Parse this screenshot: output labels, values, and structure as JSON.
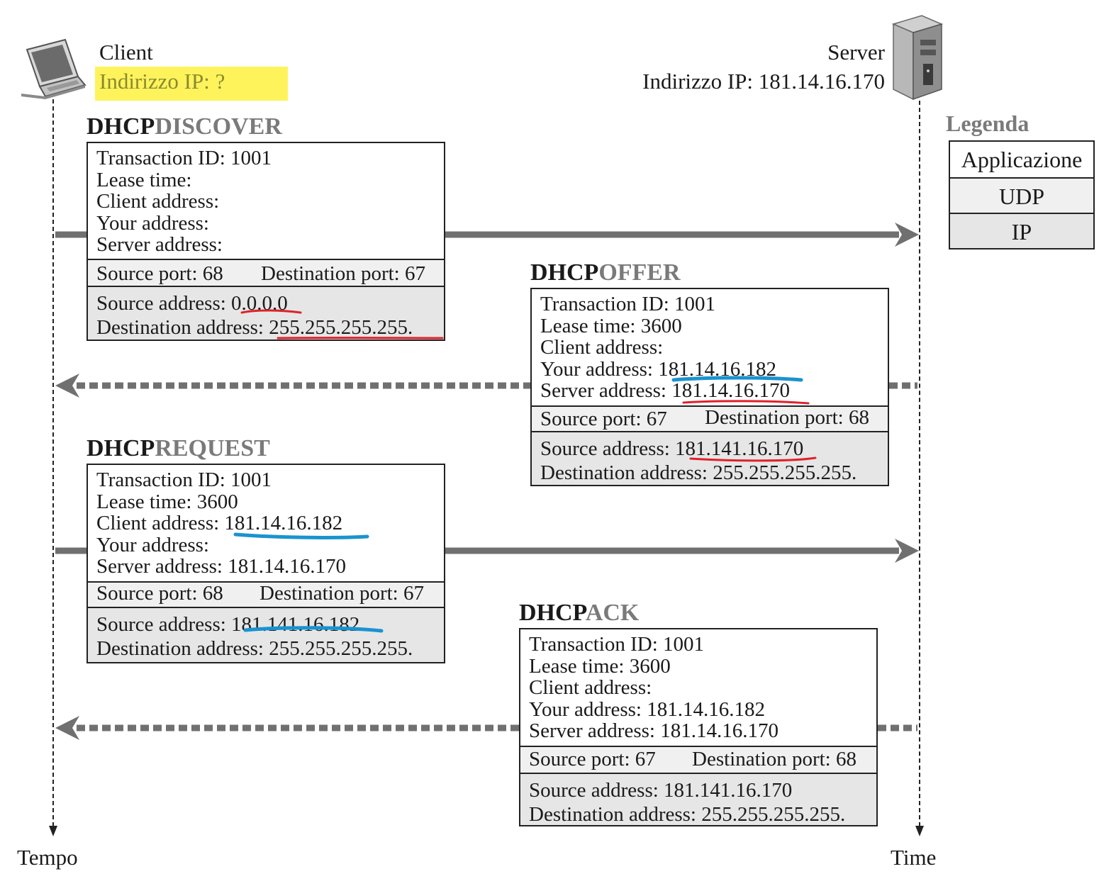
{
  "client": {
    "label": "Client",
    "ip_label": "Indirizzo IP: ?"
  },
  "server": {
    "label": "Server",
    "ip_label": "Indirizzo IP: 181.14.16.170"
  },
  "axis": {
    "left_label": "Tempo",
    "right_label": "Time"
  },
  "legend": {
    "title": "Legenda",
    "layers": [
      "Applicazione",
      "UDP",
      "IP"
    ]
  },
  "messages": {
    "discover": {
      "title_prefix": "DHCP",
      "title_suffix": "DISCOVER",
      "app": [
        "Transaction ID: 1001",
        "Lease time:",
        "Client address:",
        "Your address:",
        "Server address:"
      ],
      "udp": {
        "source": "Source port: 68",
        "destination": "Destination port: 67"
      },
      "ip": [
        "Source address: 0.0.0.0",
        "Destination address: 255.255.255.255."
      ]
    },
    "offer": {
      "title_prefix": "DHCP",
      "title_suffix": "OFFER",
      "app": [
        "Transaction ID: 1001",
        "Lease time: 3600",
        "Client address:",
        "Your address: 181.14.16.182",
        "Server address: 181.14.16.170"
      ],
      "udp": {
        "source": "Source port: 67",
        "destination": "Destination port: 68"
      },
      "ip": [
        "Source address: 181.141.16.170",
        "Destination address: 255.255.255.255."
      ]
    },
    "request": {
      "title_prefix": "DHCP",
      "title_suffix": "REQUEST",
      "app": [
        "Transaction ID: 1001",
        "Lease time: 3600",
        "Client address: 181.14.16.182",
        "Your address:",
        "Server address: 181.14.16.170"
      ],
      "udp": {
        "source": "Source port: 68",
        "destination": "Destination port: 67"
      },
      "ip": [
        "Source address: 181.141.16.182",
        "Destination address: 255.255.255.255."
      ]
    },
    "ack": {
      "title_prefix": "DHCP",
      "title_suffix": "ACK",
      "app": [
        "Transaction ID: 1001",
        "Lease time: 3600",
        "Client address:",
        "Your address: 181.14.16.182",
        "Server address: 181.14.16.170"
      ],
      "udp": {
        "source": "Source port: 67",
        "destination": "Destination port: 68"
      },
      "ip": [
        "Source address: 181.141.16.170",
        "Destination address: 255.255.255.255."
      ]
    }
  },
  "colors": {
    "highlight": "#fff35c",
    "highlight_text": "#8a8a2e",
    "red_mark": "#e0202a",
    "blue_mark": "#1a93d0",
    "arrow": "#707070"
  },
  "icons": {
    "client": "laptop-icon",
    "server": "server-tower-icon"
  }
}
